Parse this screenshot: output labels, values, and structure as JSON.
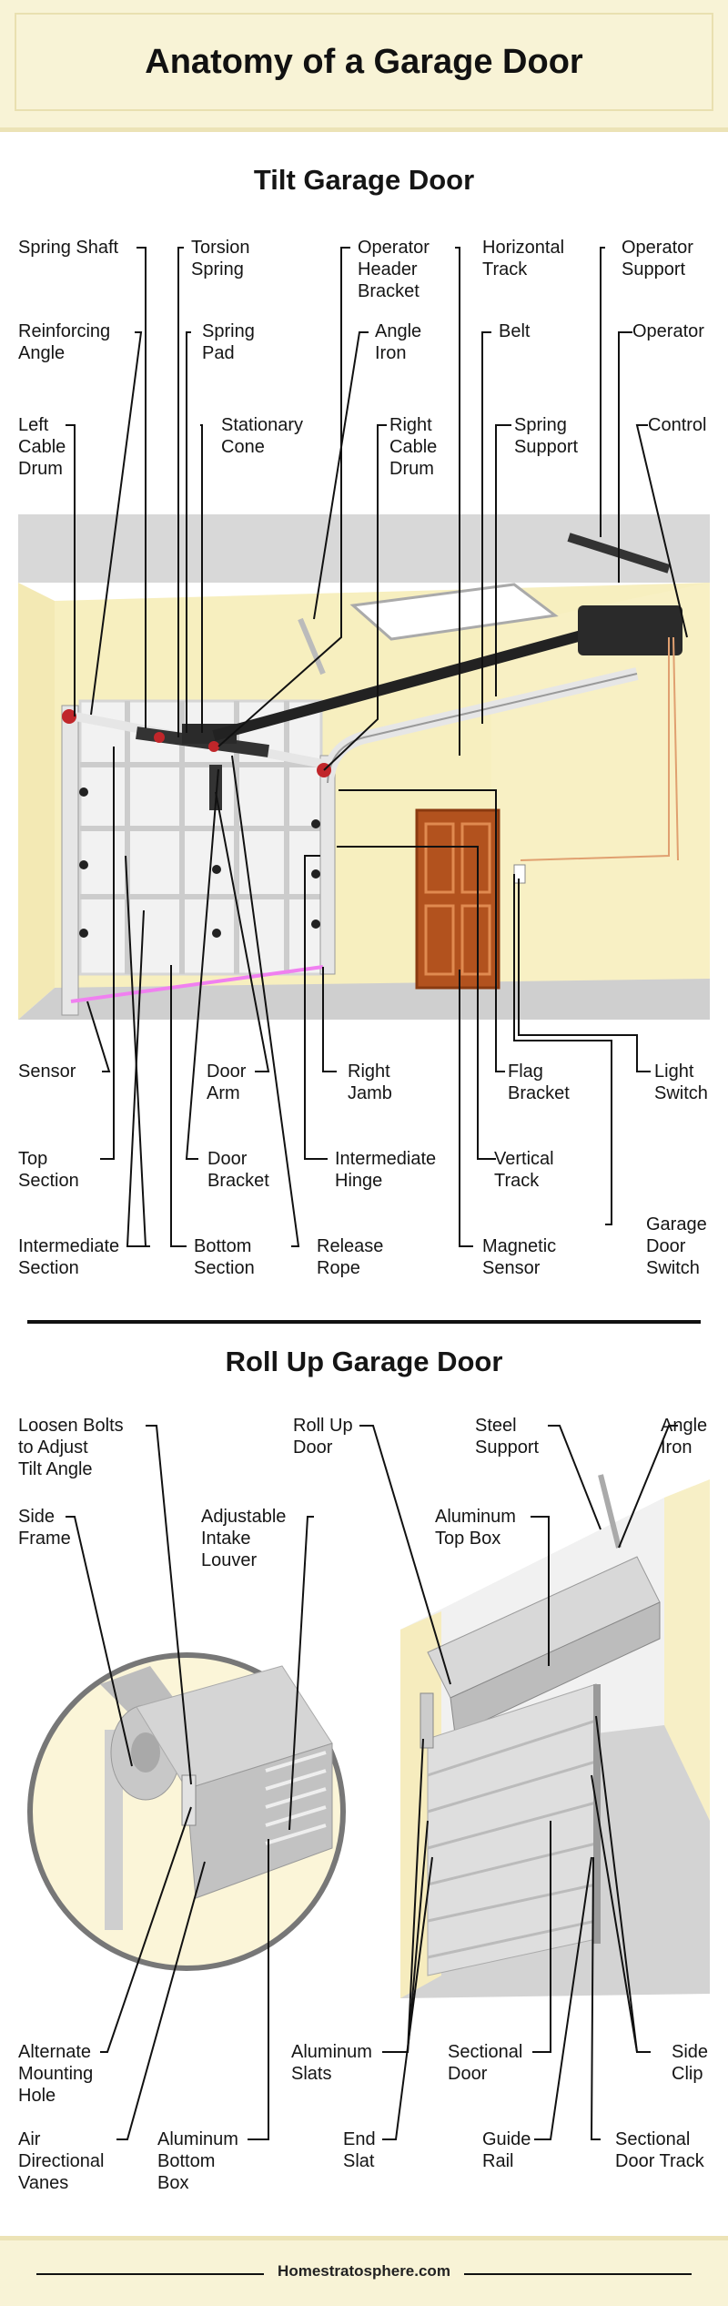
{
  "header": {
    "title": "Anatomy of a Garage Door"
  },
  "tilt": {
    "title": "Tilt Garage Door",
    "labels": {
      "spring_shaft": "Spring Shaft",
      "torsion_spring": "Torsion\nSpring",
      "operator_header_bracket": "Operator\nHeader\nBracket",
      "horizontal_track": "Horizontal\nTrack",
      "operator_support": "Operator\nSupport",
      "reinforcing_angle": "Reinforcing\nAngle",
      "spring_pad": "Spring\nPad",
      "angle_iron": "Angle\nIron",
      "belt": "Belt",
      "operator": "Operator",
      "left_cable_drum": "Left\nCable\nDrum",
      "stationary_cone": "Stationary\nCone",
      "right_cable_drum": "Right\nCable\nDrum",
      "spring_support": "Spring\nSupport",
      "control": "Control",
      "sensor": "Sensor",
      "door_arm": "Door\nArm",
      "right_jamb": "Right\nJamb",
      "flag_bracket": "Flag\nBracket",
      "light_switch": "Light\nSwitch",
      "top_section": "Top\nSection",
      "door_bracket": "Door\nBracket",
      "intermediate_hinge": "Intermediate\nHinge",
      "vertical_track": "Vertical\nTrack",
      "garage_door_switch": "Garage\nDoor\nSwitch",
      "intermediate_section": "Intermediate\nSection",
      "bottom_section": "Bottom\nSection",
      "release_rope": "Release\nRope",
      "magnetic_sensor": "Magnetic\nSensor"
    }
  },
  "rollup": {
    "title": "Roll Up Garage Door",
    "labels": {
      "loosen_bolts": "Loosen Bolts\nto Adjust\nTilt Angle",
      "roll_up_door": "Roll Up\nDoor",
      "steel_support": "Steel\nSupport",
      "angle_iron": "Angle\nIron",
      "side_frame": "Side\nFrame",
      "adjustable_intake_louver": "Adjustable\nIntake\nLouver",
      "aluminum_top_box": "Aluminum\nTop Box",
      "alternate_mounting_hole": "Alternate\nMounting\nHole",
      "aluminum_slats": "Aluminum\nSlats",
      "sectional_door": "Sectional\nDoor",
      "side_clip": "Side\nClip",
      "air_directional_vanes": "Air\nDirectional\nVanes",
      "aluminum_bottom_box": "Aluminum\nBottom\nBox",
      "end_slat": "End\nSlat",
      "guide_rail": "Guide\nRail",
      "sectional_door_track": "Sectional\nDoor Track"
    }
  },
  "footer": {
    "credit": "Homestratosphere.com"
  },
  "colors": {
    "cream": "#f8f3d6",
    "wall_yellow": "#f6eebb",
    "ceiling_gray": "#d9d9d9",
    "door_brown": "#b2521e",
    "spring_red": "#c0262a"
  }
}
